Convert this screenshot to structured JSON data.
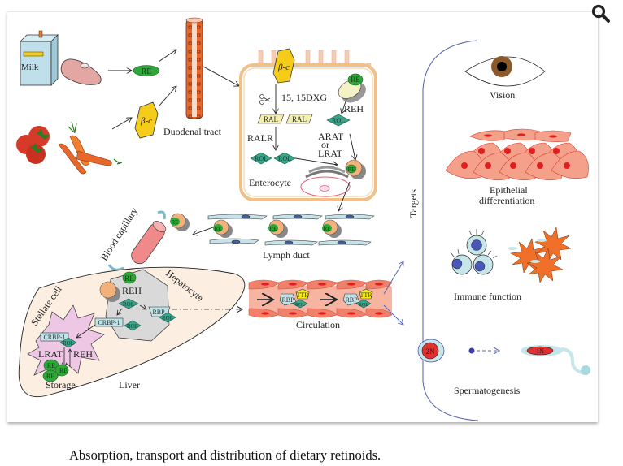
{
  "figure": {
    "caption": "Absorption, transport and distribution of dietary retinoids.",
    "zoom_icon": "magnifier-zoom-icon"
  },
  "labels": {
    "milk": "Milk",
    "duodenal_tract": "Duodenal tract",
    "enterocyte": "Enterocyte",
    "enzyme_15dxg": "15, 15DXG",
    "ralr": "RALR",
    "reh_enterocyte": "REH",
    "arat": "ARAT",
    "or": "or",
    "lrat_enterocyte": "LRAT",
    "lymph_duct": "Lymph duct",
    "blood_capillary": "Blood capillary",
    "hepatocyte": "Hepatocyte",
    "stellate_cell": "Stellate cell",
    "reh_hepatocyte": "REH",
    "lrat_stellate": "LRAT",
    "reh_stellate": "REH",
    "storage": "Storage",
    "liver": "Liver",
    "circulation": "Circulation",
    "targets": "Targets"
  },
  "molecules": {
    "re": "RE",
    "beta_c": "β-c",
    "ral": "RAL",
    "rol": "ROL",
    "rbp": "RBP",
    "ttr": "TTR",
    "crbp1": "CRBP-1"
  },
  "targets": [
    {
      "label": "Vision"
    },
    {
      "label": "Epithelial",
      "label2": "differentiation"
    },
    {
      "label": "Immune function"
    },
    {
      "label": "Spermatogenesis",
      "cell_2n": "2N",
      "cell_1n": "1N"
    }
  ],
  "colors": {
    "re_green": "#2fa83a",
    "beta_c_yellow": "#f5cc1a",
    "rol_teal": "#3aa58a",
    "ral_cream": "#f3efb0",
    "duodenum_orange": "#e8672a",
    "liver_fill": "#fcefe2",
    "stellate_pink": "#eec7e4",
    "hepatocyte_gray": "#d9d9d9",
    "circulation_red": "#f0806a",
    "targets_bracket": "#5060a8",
    "crbp_blue": "#bfe3e8"
  }
}
